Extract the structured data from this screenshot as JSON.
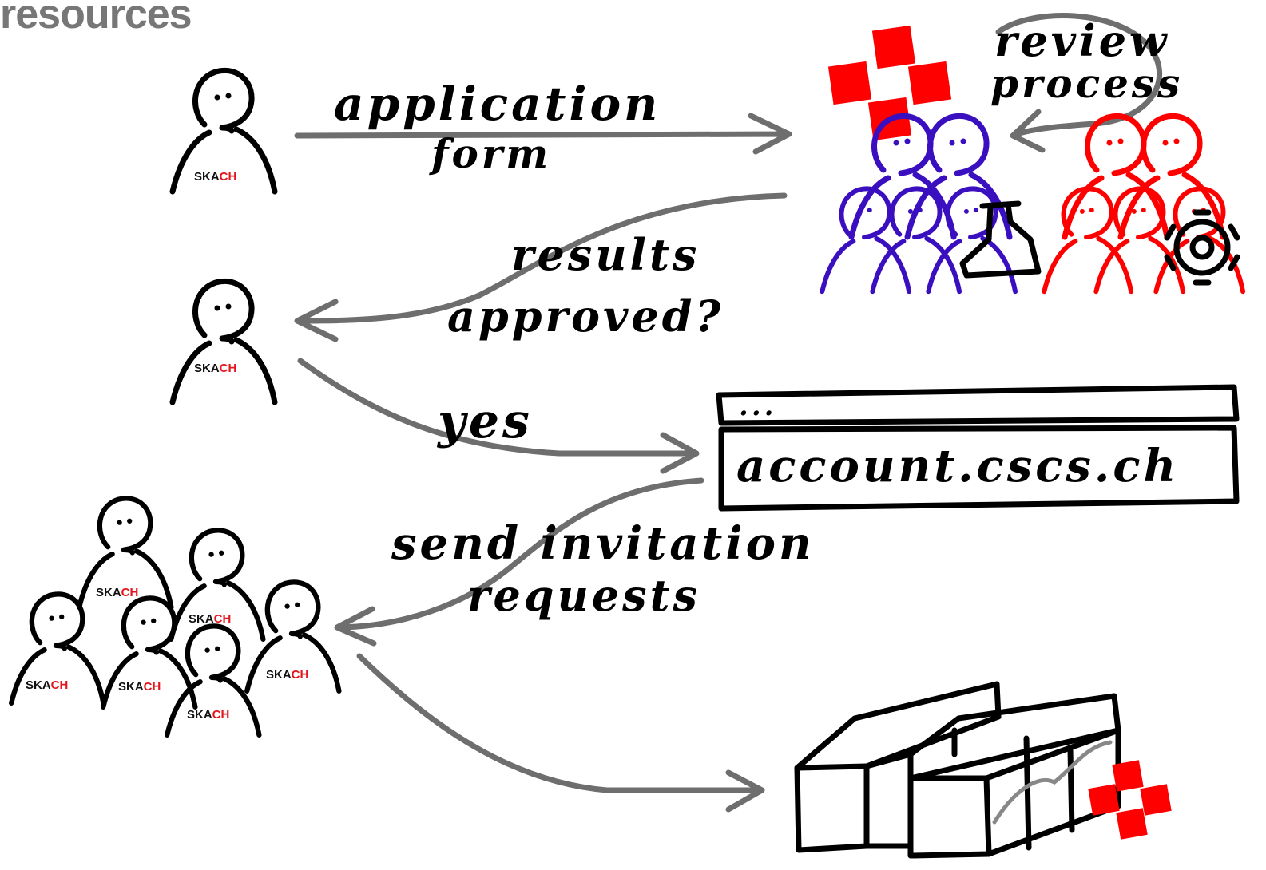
{
  "title": "resources",
  "colors": {
    "ink": "#000000",
    "arrow": "#6e6e6e",
    "red": "#ff0000",
    "purple": "#3a0fbf",
    "title": "#777777",
    "brand_dark": "#111111",
    "brand_accent": "#e3161e"
  },
  "logo": {
    "prefix": "SKA",
    "suffix": "CH"
  },
  "labels": {
    "application": "application",
    "form": "form",
    "review": "review",
    "process": "process",
    "results": "results",
    "approved": "approved?",
    "yes": "yes",
    "account": "account.cscs.ch",
    "browser_dots": "...",
    "send_invitation": "send invitation",
    "requests": "requests"
  },
  "icons": [
    "person-icon",
    "committee-icon",
    "flask-icon",
    "gear-icon",
    "browser-window-icon",
    "supercomputer-icon",
    "cscs-logo-icon"
  ]
}
